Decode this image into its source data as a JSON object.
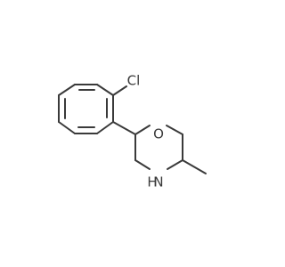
{
  "molecule": {
    "atoms": {
      "chlorine": "Cl",
      "oxygen": "O",
      "nitrogen": "N",
      "hydrogen": "H"
    }
  },
  "colors": {
    "bond": "#3a3a3a",
    "label": "#3a3a3a",
    "background": "#ffffff"
  }
}
